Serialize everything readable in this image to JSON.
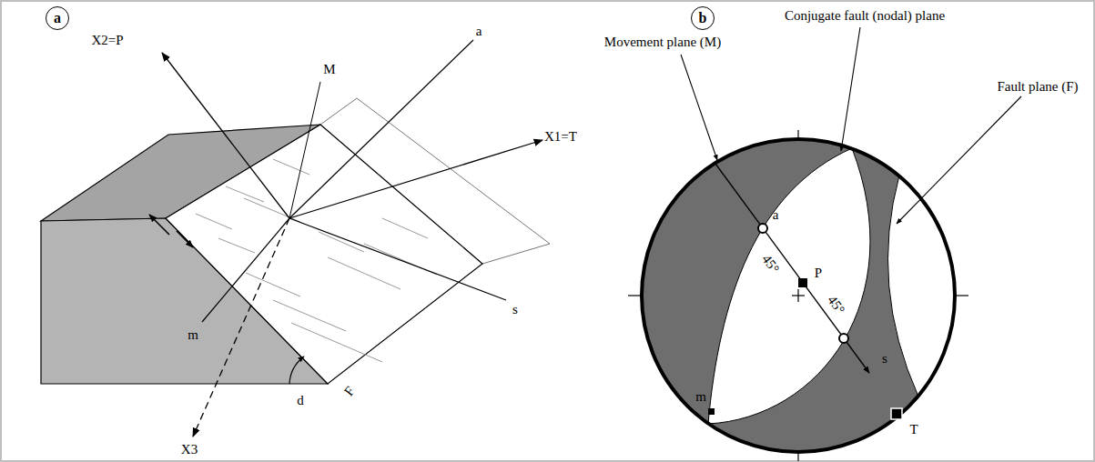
{
  "diagram": {
    "nodes": [
      {
        "text": [
          "a"
        ]
      },
      {
        "text": [
          "b"
        ]
      }
    ],
    "labels": [
      "X2=P",
      "a",
      "M",
      "X1=T",
      "s",
      "m",
      "X3",
      "d",
      "F",
      "Movement plane (M)",
      "Conjugate fault (nodal) plane",
      "Fault plane (F)",
      "a",
      "45°",
      "P",
      "45°",
      "s",
      "m",
      "T"
    ]
  }
}
